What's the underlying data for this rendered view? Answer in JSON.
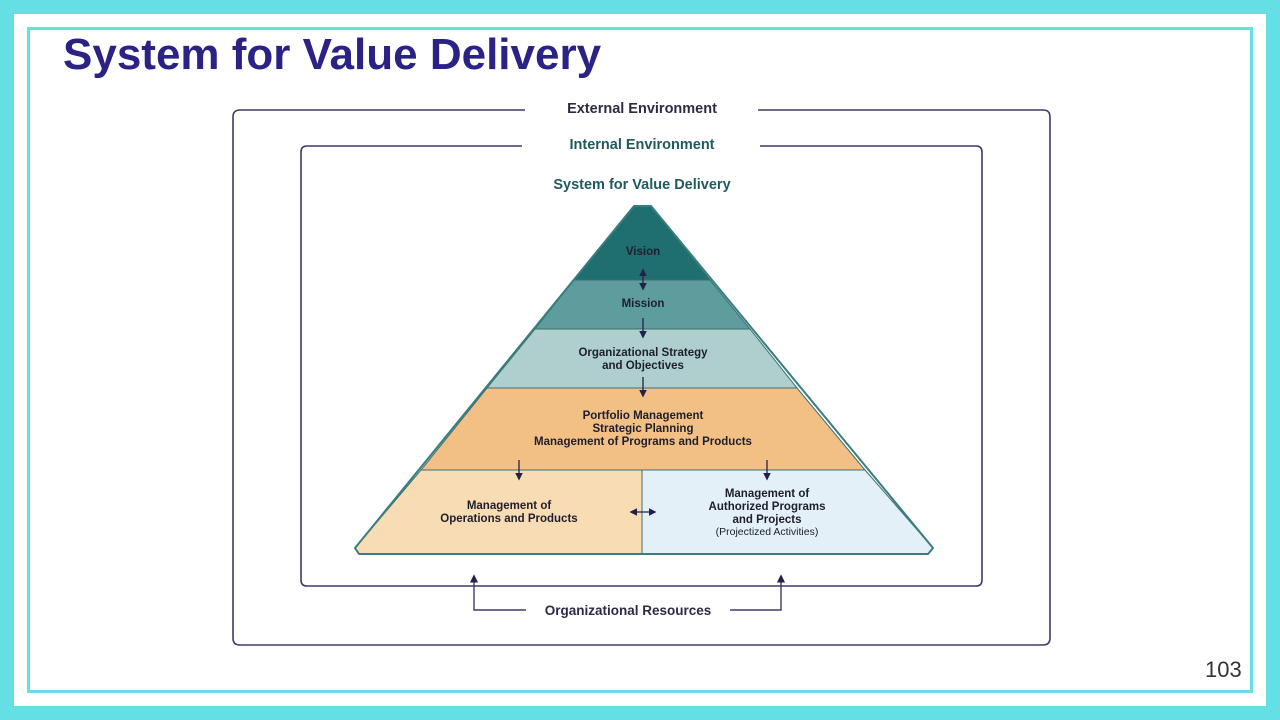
{
  "slide": {
    "title": "System for Value Delivery",
    "page_number": "103"
  },
  "diagram": {
    "external_environment": "External Environment",
    "internal_environment": "Internal Environment",
    "pyramid_title": "System for Value Delivery",
    "organizational_resources": "Organizational Resources",
    "tiers": {
      "vision": "Vision",
      "mission": "Mission",
      "strategy": [
        "Organizational Strategy",
        "and Objectives"
      ],
      "portfolio": [
        "Portfolio Management",
        "Strategic Planning",
        "Management of Programs and Products"
      ],
      "operations": [
        "Management of",
        "Operations and Products"
      ],
      "authorized": [
        "Management of",
        "Authorized Programs",
        "and Projects"
      ],
      "authorized_note": "(Projectized Activities)"
    }
  },
  "colors": {
    "frame": "#64dfe3",
    "title": "#2a2385",
    "box_border": "#3e3a66",
    "teal_text": "#1f5a5e",
    "vision": "#1f6e70",
    "mission": "#5e9d9e",
    "strategy": "#aecfcd",
    "portfolio": "#f2c085",
    "operations": "#f8dcb4",
    "authorized": "#e3f0f8"
  }
}
